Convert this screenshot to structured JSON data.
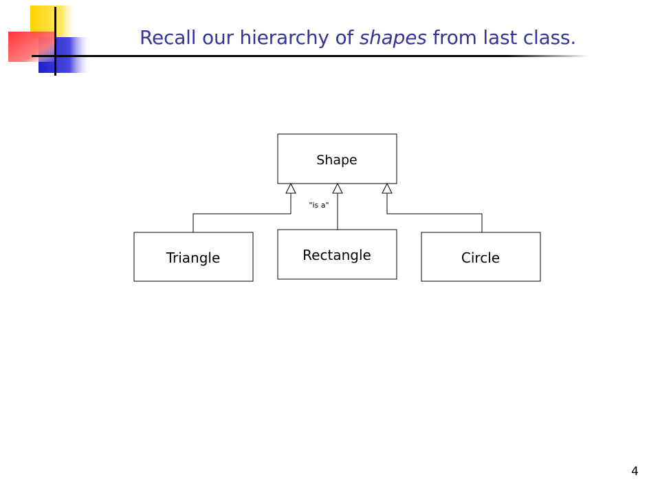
{
  "slide": {
    "title_prefix": "Recall our hierarchy of ",
    "title_emphasis": "shapes",
    "title_suffix": " from last class.",
    "page_number": "4"
  },
  "diagram": {
    "parent": "Shape",
    "children": [
      "Triangle",
      "Rectangle",
      "Circle"
    ],
    "relation_label": "\"is a\""
  },
  "colors": {
    "title": "#33339a",
    "deco_yellow": "#ffd400",
    "deco_red": "#ff3030",
    "deco_blue": "#2424c8",
    "rule": "#000000"
  }
}
